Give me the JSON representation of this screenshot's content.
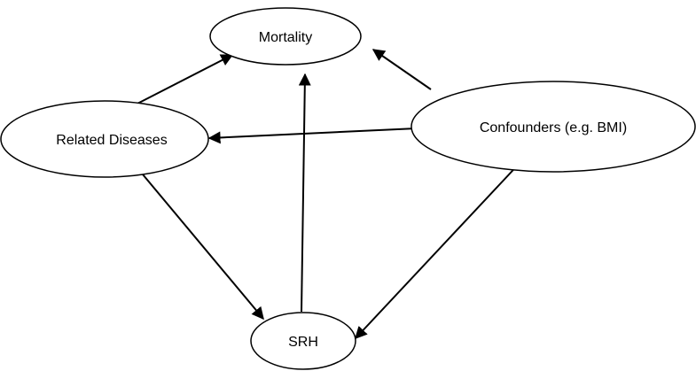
{
  "diagram": {
    "nodes": {
      "mortality": {
        "label": "Mortality"
      },
      "confounders": {
        "label": "Confounders (e.g. BMI)"
      },
      "related_diseases": {
        "label": "Related Diseases"
      },
      "srh": {
        "label": "SRH"
      }
    },
    "edges": [
      {
        "from": "related_diseases",
        "to": "mortality"
      },
      {
        "from": "confounders",
        "to": "mortality"
      },
      {
        "from": "confounders",
        "to": "related_diseases"
      },
      {
        "from": "related_diseases",
        "to": "srh"
      },
      {
        "from": "srh",
        "to": "mortality"
      },
      {
        "from": "confounders",
        "to": "srh"
      }
    ],
    "colors": {
      "stroke": "#000000",
      "fill": "#ffffff",
      "background": "#ffffff"
    }
  }
}
